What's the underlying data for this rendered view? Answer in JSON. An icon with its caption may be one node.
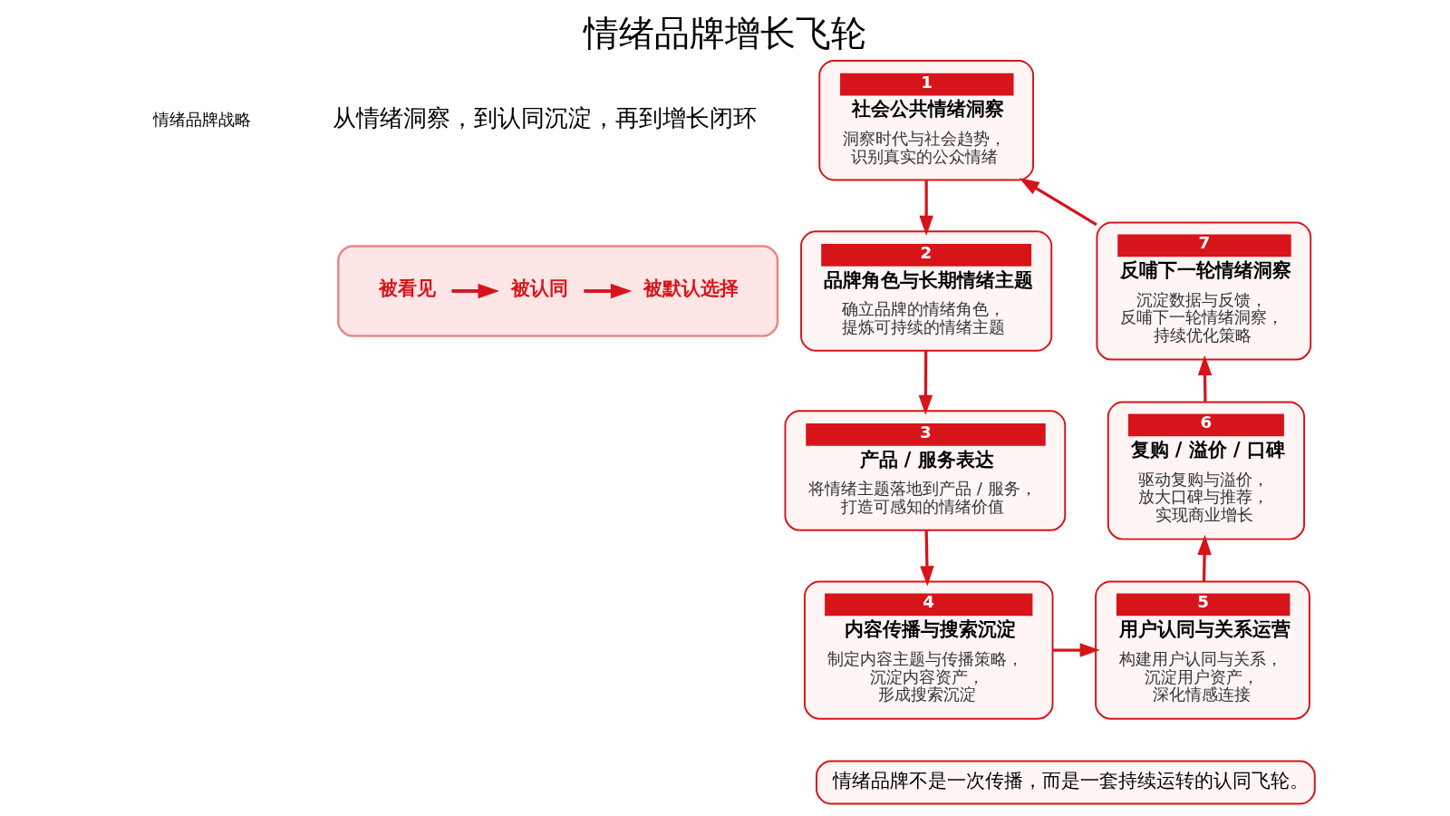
{
  "diagram": {
    "title": "情绪品牌增长飞轮",
    "nodes": [
      {
        "text": [
          "1",
          "社会公共情绪洞察",
          "洞察时代与社会趋势，识别真实的公众情绪"
        ]
      },
      {
        "text": [
          "2",
          "品牌角色与长期情绪主题",
          "确立品牌的情绪角色，提炼可持续的情绪主题"
        ]
      },
      {
        "text": [
          "3",
          "产品 / 服务表达",
          "将情绪主题落地到产品 / 服务，打造可感知的情绪价值"
        ]
      },
      {
        "text": [
          "4",
          "内容传播与搜索沉淀",
          "制定内容主题与传播策略，沉淀内容资产，形成搜索沉淀"
        ]
      },
      {
        "text": [
          "5",
          "用户认同与关系运营",
          "构建用户认同与关系，沉淀用户资产，深化情感连接"
        ]
      },
      {
        "text": [
          "6",
          "复购 / 溢价 / 口碑",
          "驱动复购与溢价，放大口碑与推荐，实现商业增长"
        ]
      },
      {
        "text": [
          "7",
          "反哺下一轮情绪洞察",
          "沉淀数据与反馈，反哺下一轮情绪洞察，持续优化策略"
        ]
      },
      {
        "text": [],
        "shape": "box"
      },
      {
        "text": [
          "被看见"
        ],
        "in": 7
      },
      {
        "text": [
          "被认同"
        ],
        "in": 7
      },
      {
        "text": [
          "被默认选择"
        ],
        "in": 7
      },
      {
        "text": [
          "情绪品牌不是一次传播，而是一套持续运转的认同飞轮。"
        ]
      }
    ],
    "edges": [
      {
        "from": 0,
        "to": 1,
        "arrow": "to"
      },
      {
        "from": 1,
        "to": 2,
        "arrow": "to"
      },
      {
        "from": 2,
        "to": 3,
        "arrow": "to"
      },
      {
        "from": 3,
        "to": 4,
        "arrow": "to"
      },
      {
        "from": 4,
        "to": 5,
        "arrow": "to"
      },
      {
        "from": 5,
        "to": 6,
        "arrow": "to"
      },
      {
        "from": 6,
        "to": 0,
        "arrow": "to"
      },
      {
        "from": 8,
        "to": 9,
        "arrow": "to"
      },
      {
        "from": 9,
        "to": 10,
        "arrow": "to"
      }
    ],
    "labels": [
      "情绪品牌战略",
      "从情绪洞察，到认同沉淀，再到增长闭环"
    ]
  }
}
